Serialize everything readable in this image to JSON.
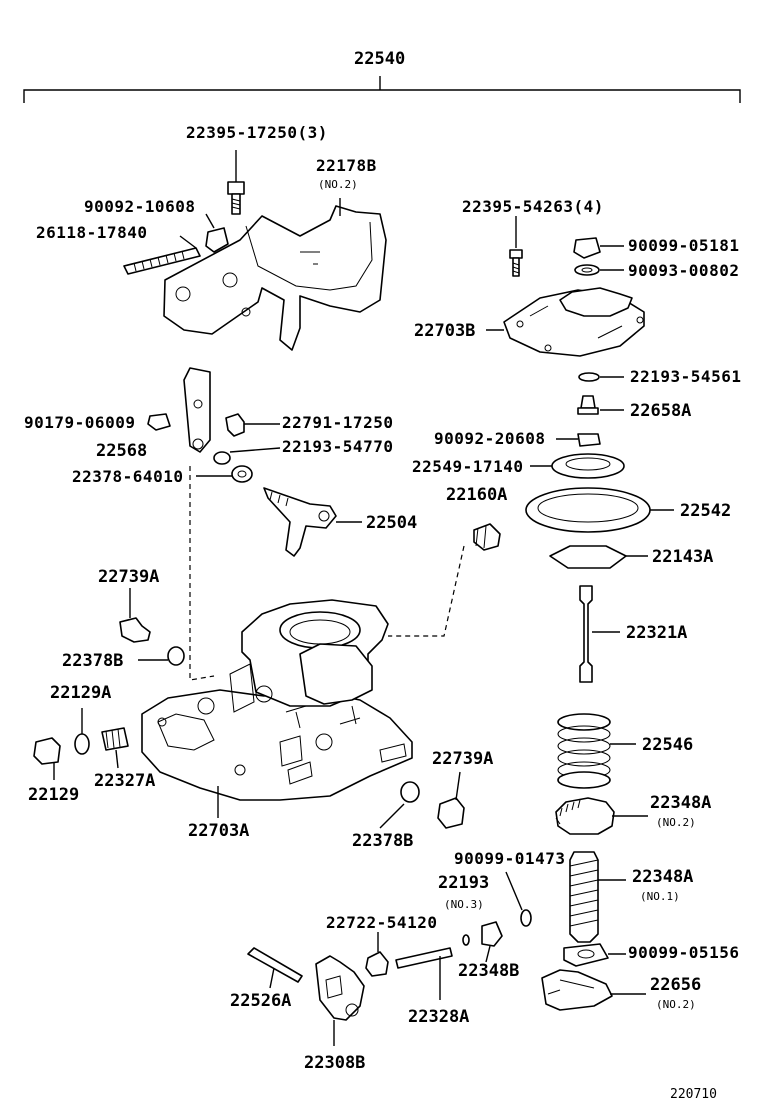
{
  "diagram": {
    "assembly_number": "22540",
    "diagram_code": "220710",
    "parts": [
      {
        "id": "p01",
        "number": "22395-17250(3)",
        "note": ""
      },
      {
        "id": "p02",
        "number": "22178B",
        "note": "(NO.2)"
      },
      {
        "id": "p03",
        "number": "90092-10608",
        "note": ""
      },
      {
        "id": "p04",
        "number": "26118-17840",
        "note": ""
      },
      {
        "id": "p05",
        "number": "22395-54263(4)",
        "note": ""
      },
      {
        "id": "p06",
        "number": "90099-05181",
        "note": ""
      },
      {
        "id": "p07",
        "number": "90093-00802",
        "note": ""
      },
      {
        "id": "p08",
        "number": "22703B",
        "note": ""
      },
      {
        "id": "p09",
        "number": "22193-54561",
        "note": ""
      },
      {
        "id": "p10",
        "number": "22658A",
        "note": ""
      },
      {
        "id": "p11",
        "number": "90092-20608",
        "note": ""
      },
      {
        "id": "p12",
        "number": "22549-17140",
        "note": ""
      },
      {
        "id": "p13",
        "number": "22542",
        "note": ""
      },
      {
        "id": "p14",
        "number": "22143A",
        "note": ""
      },
      {
        "id": "p15",
        "number": "22321A",
        "note": ""
      },
      {
        "id": "p16",
        "number": "90179-06009",
        "note": ""
      },
      {
        "id": "p17",
        "number": "22791-17250",
        "note": ""
      },
      {
        "id": "p18",
        "number": "22568",
        "note": ""
      },
      {
        "id": "p19",
        "number": "22193-54770",
        "note": ""
      },
      {
        "id": "p20",
        "number": "22378-64010",
        "note": ""
      },
      {
        "id": "p21",
        "number": "22504",
        "note": ""
      },
      {
        "id": "p22",
        "number": "22160A",
        "note": ""
      },
      {
        "id": "p23",
        "number": "22739A",
        "note": ""
      },
      {
        "id": "p24",
        "number": "22378B",
        "note": ""
      },
      {
        "id": "p25",
        "number": "22129A",
        "note": ""
      },
      {
        "id": "p26",
        "number": "22129",
        "note": ""
      },
      {
        "id": "p27",
        "number": "22327A",
        "note": ""
      },
      {
        "id": "p28",
        "number": "22703A",
        "note": ""
      },
      {
        "id": "p29",
        "number": "22739A",
        "note": ""
      },
      {
        "id": "p30",
        "number": "22378B",
        "note": ""
      },
      {
        "id": "p31",
        "number": "22546",
        "note": ""
      },
      {
        "id": "p32",
        "number": "22348A",
        "note": "(NO.2)"
      },
      {
        "id": "p33",
        "number": "90099-01473",
        "note": ""
      },
      {
        "id": "p34",
        "number": "22193",
        "note": "(NO.3)"
      },
      {
        "id": "p35",
        "number": "22348A",
        "note": "(NO.1)"
      },
      {
        "id": "p36",
        "number": "22722-54120",
        "note": ""
      },
      {
        "id": "p37",
        "number": "90099-05156",
        "note": ""
      },
      {
        "id": "p38",
        "number": "22348B",
        "note": ""
      },
      {
        "id": "p39",
        "number": "22656",
        "note": "(NO.2)"
      },
      {
        "id": "p40",
        "number": "22526A",
        "note": ""
      },
      {
        "id": "p41",
        "number": "22328A",
        "note": ""
      },
      {
        "id": "p42",
        "number": "22308B",
        "note": ""
      }
    ]
  }
}
